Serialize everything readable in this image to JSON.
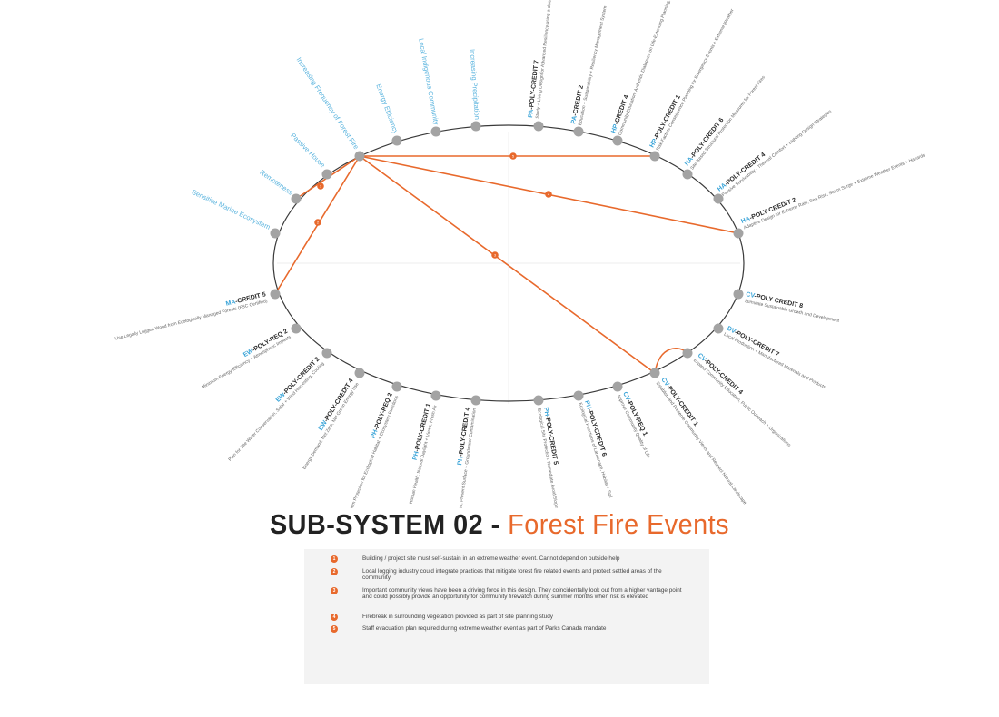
{
  "title": {
    "main": "SUB-SYSTEM 02 - ",
    "accent": "Forest Fire Events"
  },
  "colors": {
    "accent": "#e8692c",
    "label_blue": "#5bb4de",
    "node": "#a3a3a3",
    "ring": "#3a3a3a"
  },
  "blue_labels": [
    "Sensitive Marine Ecosystem",
    "Remoteness",
    "Passive House",
    "Increasing Frequency of Forest Fire",
    "Energy Efficiency",
    "Local Indigenous Community",
    "Increasing Precipitation"
  ],
  "credits": [
    {
      "prefix": "PA",
      "code": "-POLY-CREDIT 7",
      "desc": "Study + Living Design for Advanced Resiliency using a diversity of ecology-based perspectives"
    },
    {
      "prefix": "PA",
      "code": "-CREDIT 2",
      "desc": "Education + Sustainability + Resiliency Management System"
    },
    {
      "prefix": "HP",
      "code": "-CREDIT 4",
      "desc": "Community Education: Authentic Dialogues on Life-Extending Planning, Safety + Resiliency Risks"
    },
    {
      "prefix": "HP",
      "code": "-POLY-CREDIT 1",
      "desc": "Risk Factors Consequence Planning for Emergency Events + Extreme Weather"
    },
    {
      "prefix": "HA",
      "code": "-POLY-CREDIT 6",
      "desc": "Site-Based Structural Protection Measures for Forest Fires"
    },
    {
      "prefix": "HA",
      "code": "-POLY-CREDIT 4",
      "desc": "Passive Survivability - Thermal Comfort + Lighting Design Strategies"
    },
    {
      "prefix": "HA",
      "code": "-POLY-CREDIT 2",
      "desc": "Adaptive Design for Extreme Rain, Sea Rise, Storm Surge + Extreme Weather Events + Hazards"
    },
    {
      "prefix": "CV",
      "code": "-POLY-CREDIT 8",
      "desc": "Stimulate Sustainable Growth and Development"
    },
    {
      "prefix": "DV",
      "code": "-POLY-CREDIT 7",
      "desc": "Local Production + Manufactured Materials and Products"
    },
    {
      "prefix": "CV",
      "code": "-POLY-CREDIT 4",
      "desc": "Expand Community Education, Public Outreach + Organizations"
    },
    {
      "prefix": "CV",
      "code": "-POLY-CREDIT 1",
      "desc": "Establish and Preserve Community Views and Respect Natural Landscape"
    },
    {
      "prefix": "CV",
      "code": "-POLY-REQ 1",
      "desc": "Improve Community Quality of Life"
    },
    {
      "prefix": "PH",
      "code": "-POLY-CREDIT 6",
      "desc": "Ecological Functions of Landscape, Habitat + Soil"
    },
    {
      "prefix": "PH",
      "code": "-POLY-CREDIT 5",
      "desc": "Ecological Site Protection: Remediate Avoid Slopes and Avoid Wetlands"
    },
    {
      "prefix": "PH",
      "code": "-POLY-CREDIT 4",
      "desc": "Human + Eco-Health: Reduce Pesticides, Prevent Surface + Groundwater Contamination"
    },
    {
      "prefix": "PH",
      "code": "-POLY-CREDIT 1",
      "desc": "Human Health: Natural Daylight + Views, Fresh Air"
    },
    {
      "prefix": "PH",
      "code": "-POLY-REQ 2",
      "desc": "Minimum Protection for Ecological Habitat + Ecosystem Functions"
    },
    {
      "prefix": "EW",
      "code": "-POLY-CREDIT 4",
      "desc": "Energy Demand: Net Zero, Net Green Energy Use"
    },
    {
      "prefix": "EW",
      "code": "-POLY-CREDIT 2",
      "desc": "Plan for Site Water Conservation, Solar + Wind Harvesting, Cooling"
    },
    {
      "prefix": "EW",
      "code": "-POLY-REQ 2",
      "desc": "Minimum Energy Efficiency + Atmospheric Impacts"
    },
    {
      "prefix": "MA",
      "code": "-CREDIT 5",
      "desc": "Use Legally Logged Wood from Ecologically Managed Forests (FSC Certified)"
    }
  ],
  "markers": [
    "1",
    "2",
    "3",
    "4",
    "5"
  ],
  "notes": [
    {
      "num": "1",
      "text": "Building / project site must self-sustain in an extreme weather event. Cannot depend on outside help"
    },
    {
      "num": "2",
      "text": "Local logging industry could integrate practices that mitigate forest fire related events and protect settled areas of the community"
    },
    {
      "num": "3",
      "text": "Important community views have been a driving force in this design. They coincidentally look out from a higher vantage point and could possibly provide an opportunity for community firewatch during summer months when risk is elevated"
    },
    {
      "num": "4",
      "text": "Firebreak in surrounding vegetation provided as part of site planning study"
    },
    {
      "num": "5",
      "text": "Staff evacuation plan required during extreme weather event as part of Parks Canada mandate"
    }
  ]
}
